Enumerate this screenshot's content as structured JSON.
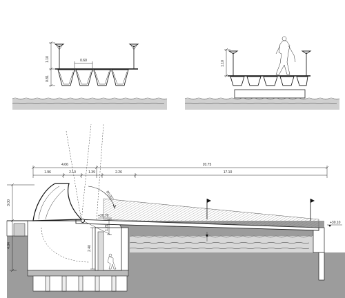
{
  "top_left_section": {
    "dim_height_upper": "1.10",
    "dim_height_lower": "0.81",
    "dim_width": "0.60"
  },
  "top_right_section": {
    "dim_height": "1.10"
  },
  "long_section": {
    "dims_row1": {
      "left": "4.06",
      "right": "20.75"
    },
    "dims_row2": [
      "1.96",
      "2.10",
      "1.39",
      "2.26",
      "17.10"
    ],
    "dim_left_upper": "3.00",
    "dim_left_lower": "4.04",
    "dim_shaft": "2.40",
    "dim_small": "1.21",
    "angle": "80.00°",
    "level_hinge": "+30.70",
    "level_right": "+30.10"
  },
  "colors": {
    "ground_fill": "#9a9a9a",
    "water_fill": "#d6d6d6",
    "line": "#222222"
  }
}
